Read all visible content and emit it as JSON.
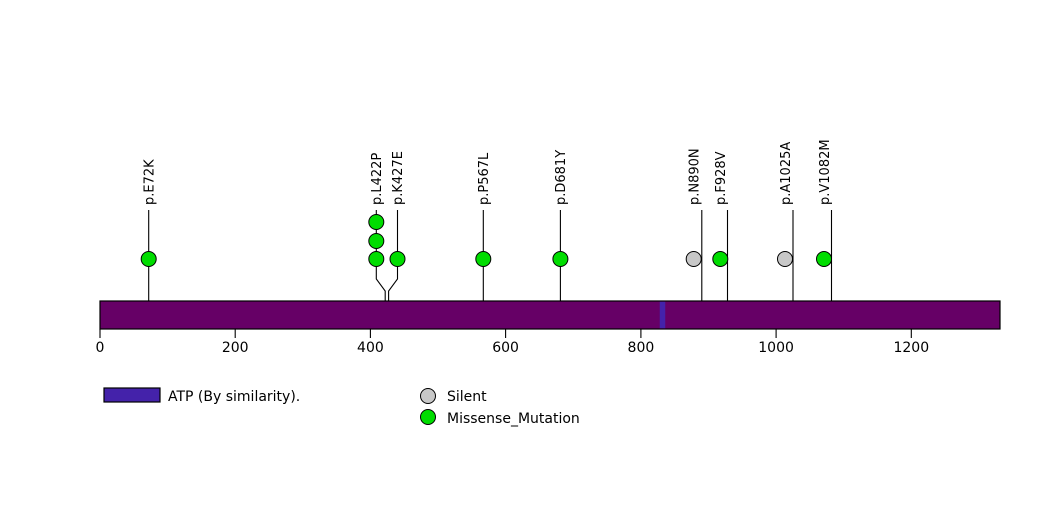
{
  "chart_data": {
    "type": "lollipop",
    "title": "",
    "xlabel": "",
    "ylabel": "",
    "xlim": [
      0,
      1331
    ],
    "grid": false,
    "axis": {
      "ticks": [
        0,
        200,
        400,
        600,
        800,
        1000,
        1200
      ],
      "tick_labels": [
        "0",
        "200",
        "400",
        "600",
        "800",
        "1000",
        "1200"
      ]
    },
    "protein": {
      "length": 1331,
      "backbone_color": "#660066",
      "backbone_border": "#000000"
    },
    "domains": [
      {
        "name": "ATP (By similarity).",
        "start": 828,
        "end": 834,
        "color": "#4422AA"
      }
    ],
    "mutations": [
      {
        "label": "p.E72K",
        "position": 72,
        "count": 1,
        "type": "Missense_Mutation",
        "color": "#00DD00"
      },
      {
        "label": "p.L422P",
        "position": 422,
        "count": 3,
        "type": "Missense_Mutation",
        "color": "#00DD00"
      },
      {
        "label": "p.K427E",
        "position": 427,
        "count": 1,
        "type": "Missense_Mutation",
        "color": "#00DD00"
      },
      {
        "label": "p.P567L",
        "position": 567,
        "count": 1,
        "type": "Missense_Mutation",
        "color": "#00DD00"
      },
      {
        "label": "p.D681Y",
        "position": 681,
        "count": 1,
        "type": "Missense_Mutation",
        "color": "#00DD00"
      },
      {
        "label": "p.N890N",
        "position": 890,
        "count": 1,
        "type": "Silent",
        "color": "#C8C8C8"
      },
      {
        "label": "p.F928V",
        "position": 928,
        "count": 1,
        "type": "Missense_Mutation",
        "color": "#00DD00"
      },
      {
        "label": "p.A1025A",
        "position": 1025,
        "count": 1,
        "type": "Silent",
        "color": "#C8C8C8"
      },
      {
        "label": "p.V1082M",
        "position": 1082,
        "count": 1,
        "type": "Missense_Mutation",
        "color": "#00DD00"
      }
    ],
    "legend": {
      "position": "bottom",
      "domain_entries": [
        {
          "label": "ATP (By similarity).",
          "color": "#4422AA"
        }
      ],
      "mutation_entries": [
        {
          "label": "Silent",
          "color": "#C8C8C8"
        },
        {
          "label": "Missense_Mutation",
          "color": "#00DD00"
        }
      ]
    }
  },
  "labels": {
    "mut_0": "p.E72K",
    "mut_1": "p.L422P",
    "mut_2": "p.K427E",
    "mut_3": "p.P567L",
    "mut_4": "p.D681Y",
    "mut_5": "p.N890N",
    "mut_6": "p.F928V",
    "mut_7": "p.A1025A",
    "mut_8": "p.V1082M"
  },
  "ticks": {
    "t0": "0",
    "t1": "200",
    "t2": "400",
    "t3": "600",
    "t4": "800",
    "t5": "1000",
    "t6": "1200"
  },
  "legend": {
    "atp": "ATP (By similarity).",
    "silent": "Silent",
    "missense": "Missense_Mutation"
  }
}
